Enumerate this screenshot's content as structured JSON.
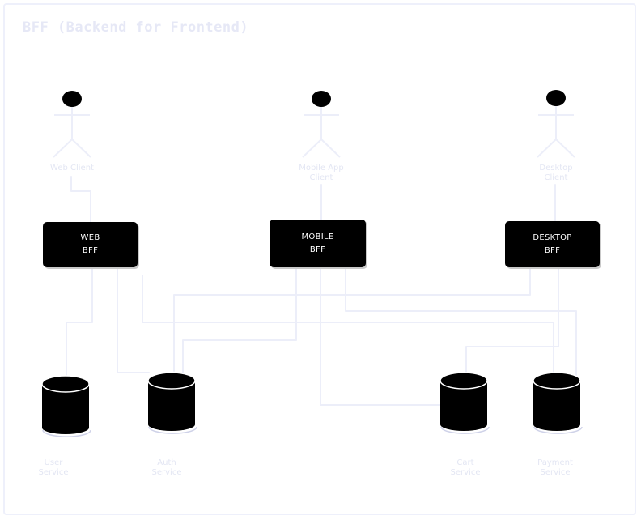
{
  "diagram": {
    "title": "BFF (Backend for Frontend)",
    "clients": [
      {
        "id": "web",
        "label": "Web Client"
      },
      {
        "id": "mobile",
        "label": "Mobile App\nClient"
      },
      {
        "id": "desktop",
        "label": "Desktop\nClient"
      }
    ],
    "bffs": [
      {
        "id": "web",
        "label": "WEB\nBFF"
      },
      {
        "id": "mobile",
        "label": "MOBILE\nBFF"
      },
      {
        "id": "desktop",
        "label": "DESKTOP\nBFF"
      }
    ],
    "services": [
      {
        "id": "user",
        "label": "User\nService"
      },
      {
        "id": "auth",
        "label": "Auth\nService"
      },
      {
        "id": "cart",
        "label": "Cart\nService"
      },
      {
        "id": "payment",
        "label": "Payment\nService"
      }
    ],
    "colors": {
      "node_fill": "#000000",
      "node_text": "#ffffff",
      "connector": "#eceef9",
      "faint_text": "#e3e6f3"
    }
  }
}
